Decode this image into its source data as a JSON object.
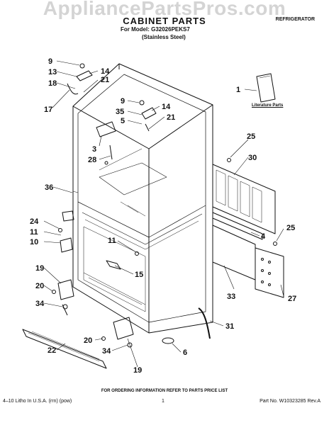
{
  "watermark": "AppliancePartsPros.com",
  "header": {
    "title": "CABINET PARTS",
    "model_line": "For Model: G32026PEKS7",
    "variant": "(Stainless Steel)",
    "appliance": "REFRIGERATOR"
  },
  "literature_label": "Literature Parts",
  "callouts": [
    "9",
    "13",
    "18",
    "17",
    "14",
    "21",
    "9",
    "35",
    "14",
    "5",
    "21",
    "1",
    "3",
    "28",
    "25",
    "30",
    "36",
    "24",
    "11",
    "10",
    "4",
    "25",
    "11",
    "15",
    "19",
    "20",
    "34",
    "33",
    "27",
    "31",
    "22",
    "20",
    "34",
    "6",
    "19"
  ],
  "footer": {
    "note": "FOR ORDERING INFORMATION REFER TO PARTS PRICE LIST",
    "left": "4–10 Litho In U.S.A. (rrn) (pow)",
    "page": "1",
    "right": "Part No. W10323285 Rev.A"
  },
  "colors": {
    "ink": "#111111",
    "watermark": "#d4d4d4",
    "paper": "#ffffff"
  }
}
